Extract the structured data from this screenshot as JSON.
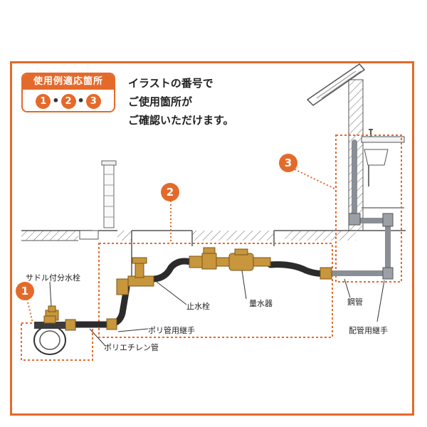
{
  "badge": {
    "title": "使用例適応箇所",
    "numbers": [
      "1",
      "2",
      "3"
    ],
    "separator": "•"
  },
  "intro": {
    "lines": [
      "イラストの番号で",
      "ご使用箇所が",
      "ご確認いただけます。"
    ]
  },
  "markers": {
    "one": "1",
    "two": "2",
    "three": "3"
  },
  "labels": {
    "saddle_tap": "サドル付分水栓",
    "polyethylene_pipe": "ポリエチレン管",
    "poly_pipe_joint": "ポリ管用継手",
    "stop_valve": "止水栓",
    "water_meter": "量水器",
    "steel_pipe": "鋼管",
    "pipe_joint": "配管用継手"
  },
  "colors": {
    "accent": "#e46a2b",
    "pipe": "#2b2b2b",
    "brass": "#c8963c",
    "steel": "#8a8f96",
    "ground": "#555555"
  }
}
